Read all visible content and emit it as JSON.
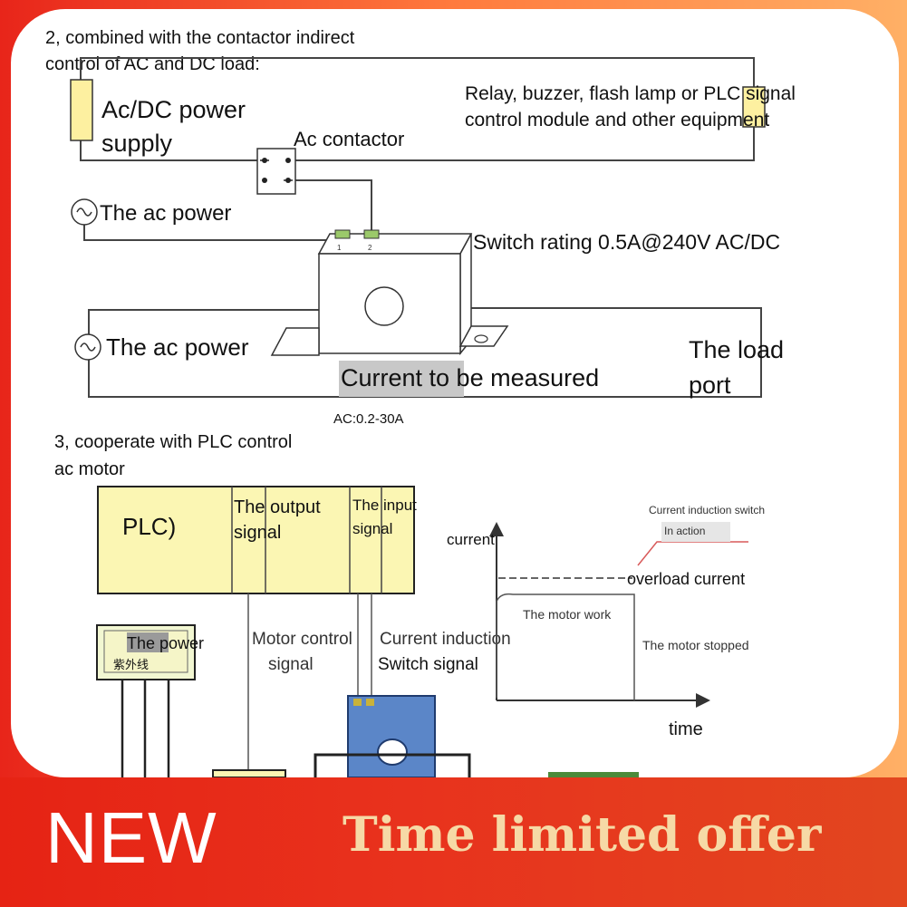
{
  "section2": {
    "heading_line1": "2, combined with the contactor indirect",
    "heading_line2": "control of AC and DC load:",
    "acdc_line1": "Ac/DC power",
    "acdc_line2": "supply",
    "relay_line1": "Relay, buzzer, flash lamp or PLC signal",
    "relay_line2": "control module and other equipment",
    "ac_contactor": "Ac contactor",
    "ac_power_top": "The ac power",
    "switch_rating": "Switch rating 0.5A@240V AC/DC",
    "ac_power_bottom": "The ac power",
    "current_measured": "Current to be measured",
    "load_line1": "The load",
    "load_line2": "port",
    "ac_range": "AC:0.2-30A",
    "terminal_1": "1",
    "terminal_2": "2"
  },
  "section3": {
    "heading_line1": "3, cooperate with PLC control",
    "heading_line2": "ac motor",
    "plc": "PLC)",
    "output_line1": "The output",
    "output_line2": "signal",
    "input_line1": "The input",
    "input_line2": "signal",
    "power": "The power",
    "power_cn": "紫外线",
    "motor_ctrl_line1": "Motor control",
    "motor_ctrl_line2": "signal",
    "induction_line1": "Current induction",
    "induction_line2": "Switch signal"
  },
  "graph": {
    "y_label": "current",
    "x_label": "time",
    "switch_title": "Current induction switch",
    "in_action": "In action",
    "overload": "overload current",
    "motor_work": "The motor work",
    "motor_stopped": "The motor stopped"
  },
  "banner": {
    "new": "NEW",
    "offer": "Time limited offer"
  },
  "colors": {
    "panel_yellow": "#fbf6b3",
    "terminal_block": "#fdf0a0",
    "sensor_blue": "#5b86c8",
    "banner_red": "#e62314",
    "offer_gold": "#f6d9a6"
  }
}
